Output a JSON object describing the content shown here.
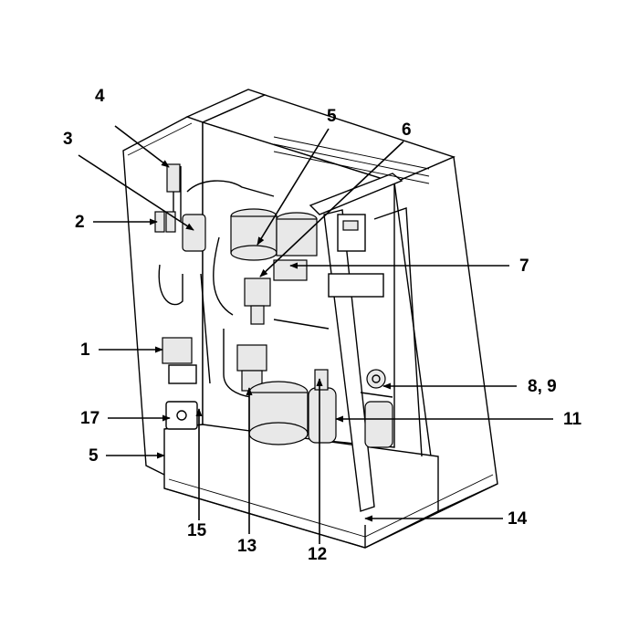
{
  "diagram": {
    "callouts": {
      "c1": "1",
      "c2": "2",
      "c3": "3",
      "c4": "4",
      "c5_top": "5",
      "c5_left": "5",
      "c6": "6",
      "c7": "7",
      "c8_9": "8, 9",
      "c11": "11",
      "c12": "12",
      "c13": "13",
      "c14": "14",
      "c15": "15",
      "c17": "17"
    }
  }
}
